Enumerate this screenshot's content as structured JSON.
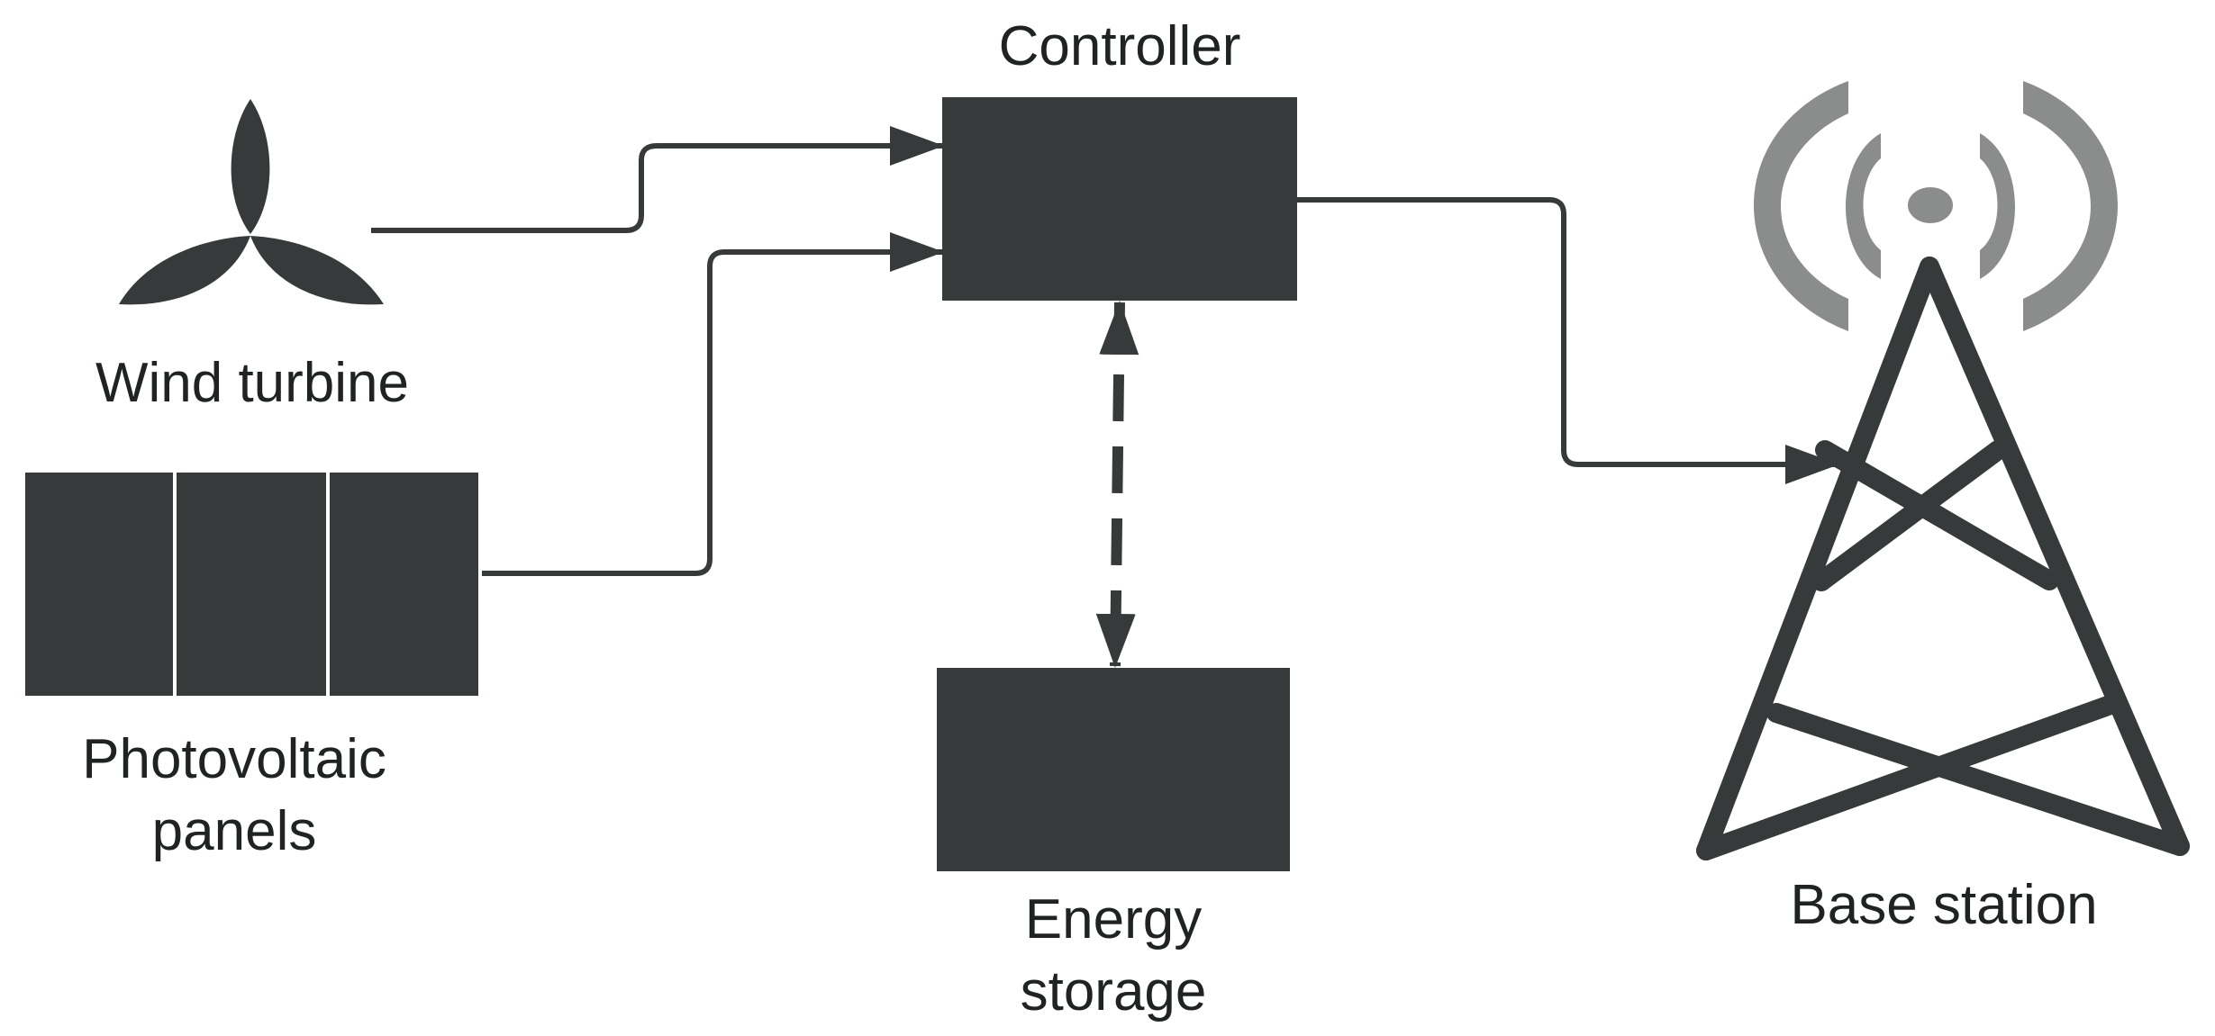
{
  "colors": {
    "dark": "#363a3a",
    "signal": "#8a8d8c",
    "background": "#ffffff"
  },
  "labels": {
    "controller": "Controller",
    "wind_turbine": "Wind turbine",
    "pv_line1": "Photovoltaic",
    "pv_line2": "panels",
    "storage_line1": "Energy",
    "storage_line2": "storage",
    "base_station": "Base station"
  },
  "icons": {
    "wind_turbine": "wind-turbine-icon",
    "solar_panel": "solar-panel-icon",
    "cell_tower": "cell-tower-icon",
    "signal_waves": "signal-waves-icon"
  }
}
